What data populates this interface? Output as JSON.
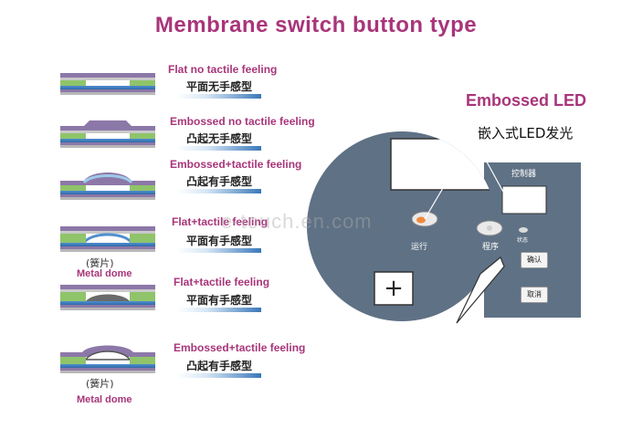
{
  "title": "Membrane switch button type",
  "types": [
    {
      "en": "Flat no tactile feeling",
      "zh": "平面无手感型"
    },
    {
      "en": "Embossed no tactile feeling",
      "zh": "凸起无手感型"
    },
    {
      "en": "Embossed+tactile feeling",
      "zh": "凸起有手感型"
    },
    {
      "en": "Flat+tactile feeling",
      "zh": "平面有手感型"
    },
    {
      "en": "Flat+tactile feeling",
      "zh": "平面有手感型"
    },
    {
      "en": "Embossed+tactile feeling",
      "zh": "凸起有手感型"
    }
  ],
  "dome_labels": [
    {
      "cn": "(簧片)",
      "en": "Metal dome"
    },
    {
      "cn": "(簧片)",
      "en": "Metal dome"
    }
  ],
  "led": {
    "title": "Embossed LED",
    "callout": "嵌入式LED发光",
    "panel_header": "控制器",
    "run_label": "运行",
    "program_label": "程序",
    "status_label": "状态",
    "plus_symbol": "+",
    "confirm_label": "确认",
    "cancel_label": "取消"
  },
  "watermark": "e-touch.en.com",
  "colors": {
    "accent": "#a8357a",
    "panel": "#5f7185",
    "overlay_green": "#8fc46a",
    "layer_blue": "#3a78b8"
  }
}
